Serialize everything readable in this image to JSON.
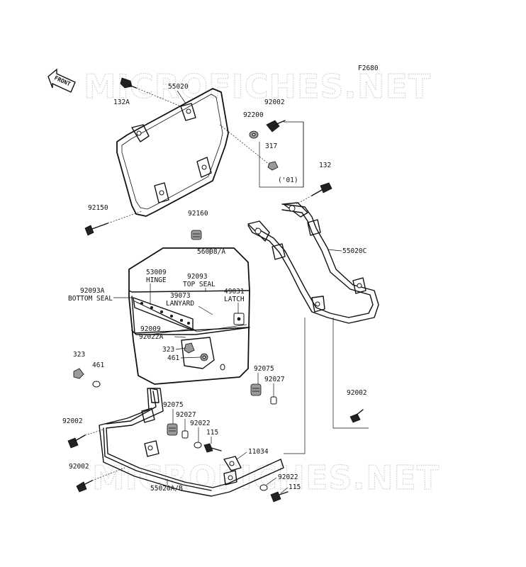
{
  "figure_code": "F2680",
  "front_label": "FRONT",
  "watermark": "MICROFICHES.NET",
  "parts": {
    "p132a": "132A",
    "p55020": "55020",
    "p92200": "92200",
    "p92002_top": "92002",
    "p317": "317",
    "p01_note": "('01)",
    "p132": "132",
    "p92150": "92150",
    "p92160": "92160",
    "p56008a": "56008/A",
    "p55020c": "55020C",
    "p53009": "53009",
    "hinge": "HINGE",
    "p92093": "92093",
    "top_seal": "TOP SEAL",
    "p92093a": "92093A",
    "bottom_seal": "BOTTOM SEAL",
    "p39073": "39073",
    "lanyard": "LANYARD",
    "p49031": "49031",
    "latch": "LATCH",
    "p92009": "92009",
    "p92022a": "92022A",
    "p323_box": "323",
    "p461_box": "461",
    "p323_left": "323",
    "p461_left": "461",
    "p92075_right": "92075",
    "p92027_right": "92027",
    "p92002_right": "92002",
    "p92002_left": "92002",
    "p92075_mid": "92075",
    "p92027_mid": "92027",
    "p92022_mid": "92022",
    "p115_mid": "115",
    "p11034": "11034",
    "p92002_bottom": "92002",
    "p55020ab": "55020A/B",
    "p92022_bottom": "92022",
    "p115_bottom": "115"
  }
}
